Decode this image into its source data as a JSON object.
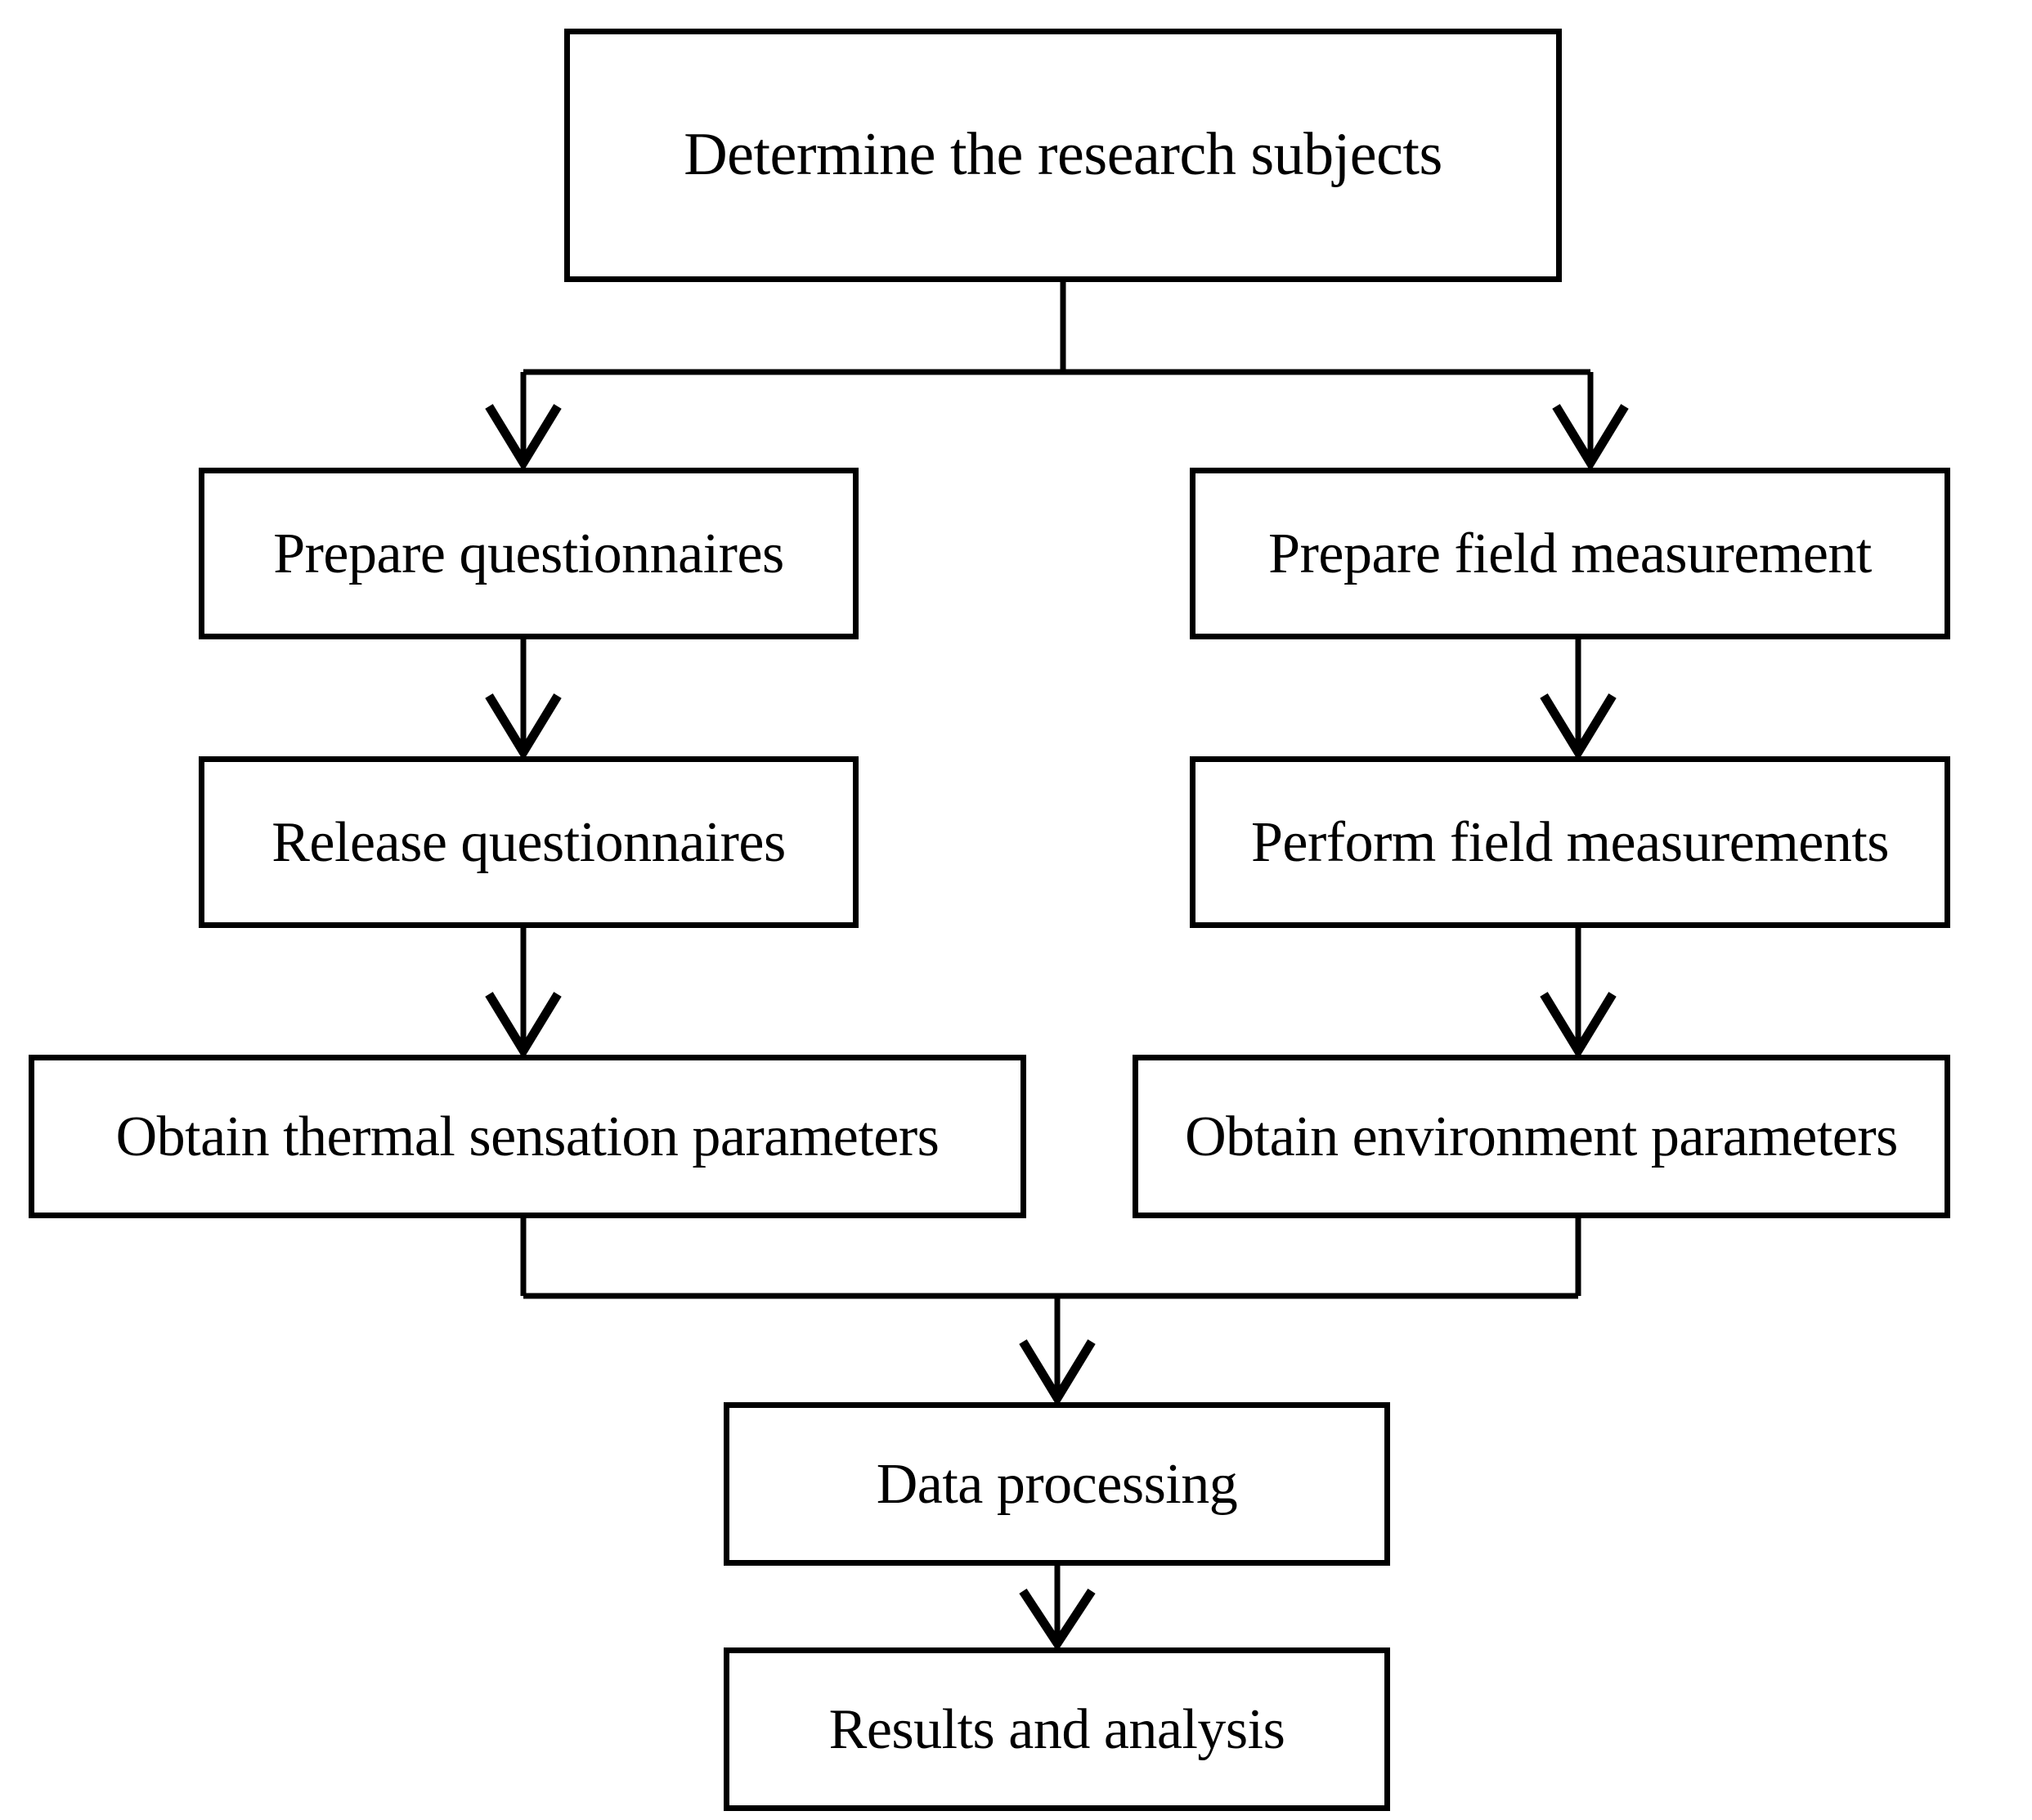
{
  "diagram": {
    "title": "Research methodology flowchart",
    "type": "flowchart",
    "orientation": "top-to-bottom",
    "background_color": "#ffffff",
    "line_color": "#000000",
    "box_fill_color": "#ffffff",
    "box_border_color": "#000000",
    "arrowhead_style": "open-v-chevron",
    "nodes": [
      {
        "id": "determine",
        "label": "Determine the research subjects",
        "level": 1,
        "column": "center"
      },
      {
        "id": "prep_quest",
        "label": "Prepare questionnaires",
        "level": 2,
        "column": "left"
      },
      {
        "id": "prep_field",
        "label": "Prepare field measurement",
        "level": 2,
        "column": "right"
      },
      {
        "id": "release_quest",
        "label": "Release questionnaires",
        "level": 3,
        "column": "left"
      },
      {
        "id": "perform_field",
        "label": "Perform field measurements",
        "level": 3,
        "column": "right"
      },
      {
        "id": "thermal_params",
        "label": "Obtain thermal sensation parameters",
        "level": 4,
        "column": "left"
      },
      {
        "id": "env_params",
        "label": "Obtain environment parameters",
        "level": 4,
        "column": "right"
      },
      {
        "id": "data_proc",
        "label": "Data processing",
        "level": 5,
        "column": "center"
      },
      {
        "id": "results",
        "label": "Results and analysis",
        "level": 6,
        "column": "center"
      }
    ],
    "edges": [
      {
        "id": "e1",
        "from": "determine",
        "to": "prep_quest",
        "style": "split-elbow",
        "arrow": true
      },
      {
        "id": "e2",
        "from": "determine",
        "to": "prep_field",
        "style": "split-elbow",
        "arrow": true
      },
      {
        "id": "e3",
        "from": "prep_quest",
        "to": "release_quest",
        "style": "straight",
        "arrow": true
      },
      {
        "id": "e4",
        "from": "prep_field",
        "to": "perform_field",
        "style": "straight",
        "arrow": true
      },
      {
        "id": "e5",
        "from": "release_quest",
        "to": "thermal_params",
        "style": "straight",
        "arrow": true
      },
      {
        "id": "e6",
        "from": "perform_field",
        "to": "env_params",
        "style": "straight",
        "arrow": true
      },
      {
        "id": "e7",
        "from": "thermal_params",
        "to": "data_proc",
        "style": "merge-elbow",
        "arrow": true
      },
      {
        "id": "e8",
        "from": "env_params",
        "to": "data_proc",
        "style": "merge-elbow",
        "arrow": true
      },
      {
        "id": "e9",
        "from": "data_proc",
        "to": "results",
        "style": "straight",
        "arrow": true
      }
    ]
  }
}
